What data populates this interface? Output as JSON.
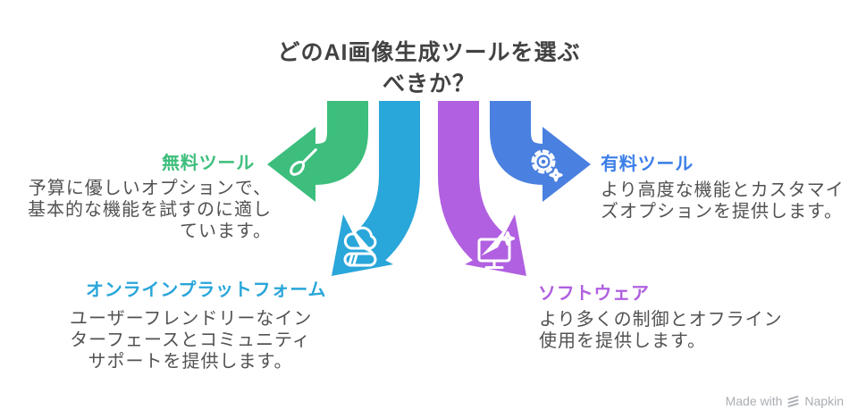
{
  "title": {
    "lines": [
      "どのAI画像生成ツールを選ぶ",
      "べきか？"
    ]
  },
  "branches": [
    {
      "id": "free",
      "label": "無料ツール",
      "desc_lines": [
        "予算に優しいオプションで、",
        "基本的な機能を試すのに適し",
        "ています。"
      ],
      "icon": "paintbrush-icon",
      "color": "#3dbe7c"
    },
    {
      "id": "paid",
      "label": "有料ツール",
      "desc_lines": [
        "より高度な機能とカスタマイ",
        "ズオプションを提供します。"
      ],
      "icon": "gear-sparkle-icon",
      "color": "#4a80e0"
    },
    {
      "id": "online",
      "label": "オンラインプラットフォーム",
      "desc_lines": [
        "ユーザーフレンドリーなイン",
        "ターフェースとコミュニティ",
        "サポートを提供します。"
      ],
      "icon": "cloud-icon",
      "color": "#29a6da"
    },
    {
      "id": "software",
      "label": "ソフトウェア",
      "desc_lines": [
        "より多くの制御とオフライン",
        "使用を提供します。"
      ],
      "icon": "monitor-sparkle-icon",
      "color": "#b060e0"
    }
  ],
  "footer": {
    "made_with": "Made with",
    "brand": "Napkin"
  },
  "colors": {
    "arrow_green": "#3dbe7c",
    "arrow_cyan": "#29a6da",
    "arrow_purple": "#b060e0",
    "arrow_blue": "#4a80e0",
    "label_blue": "#3b7ee8",
    "title_text": "#424242",
    "body_text": "#525252",
    "footer_text": "#a9adb3"
  }
}
